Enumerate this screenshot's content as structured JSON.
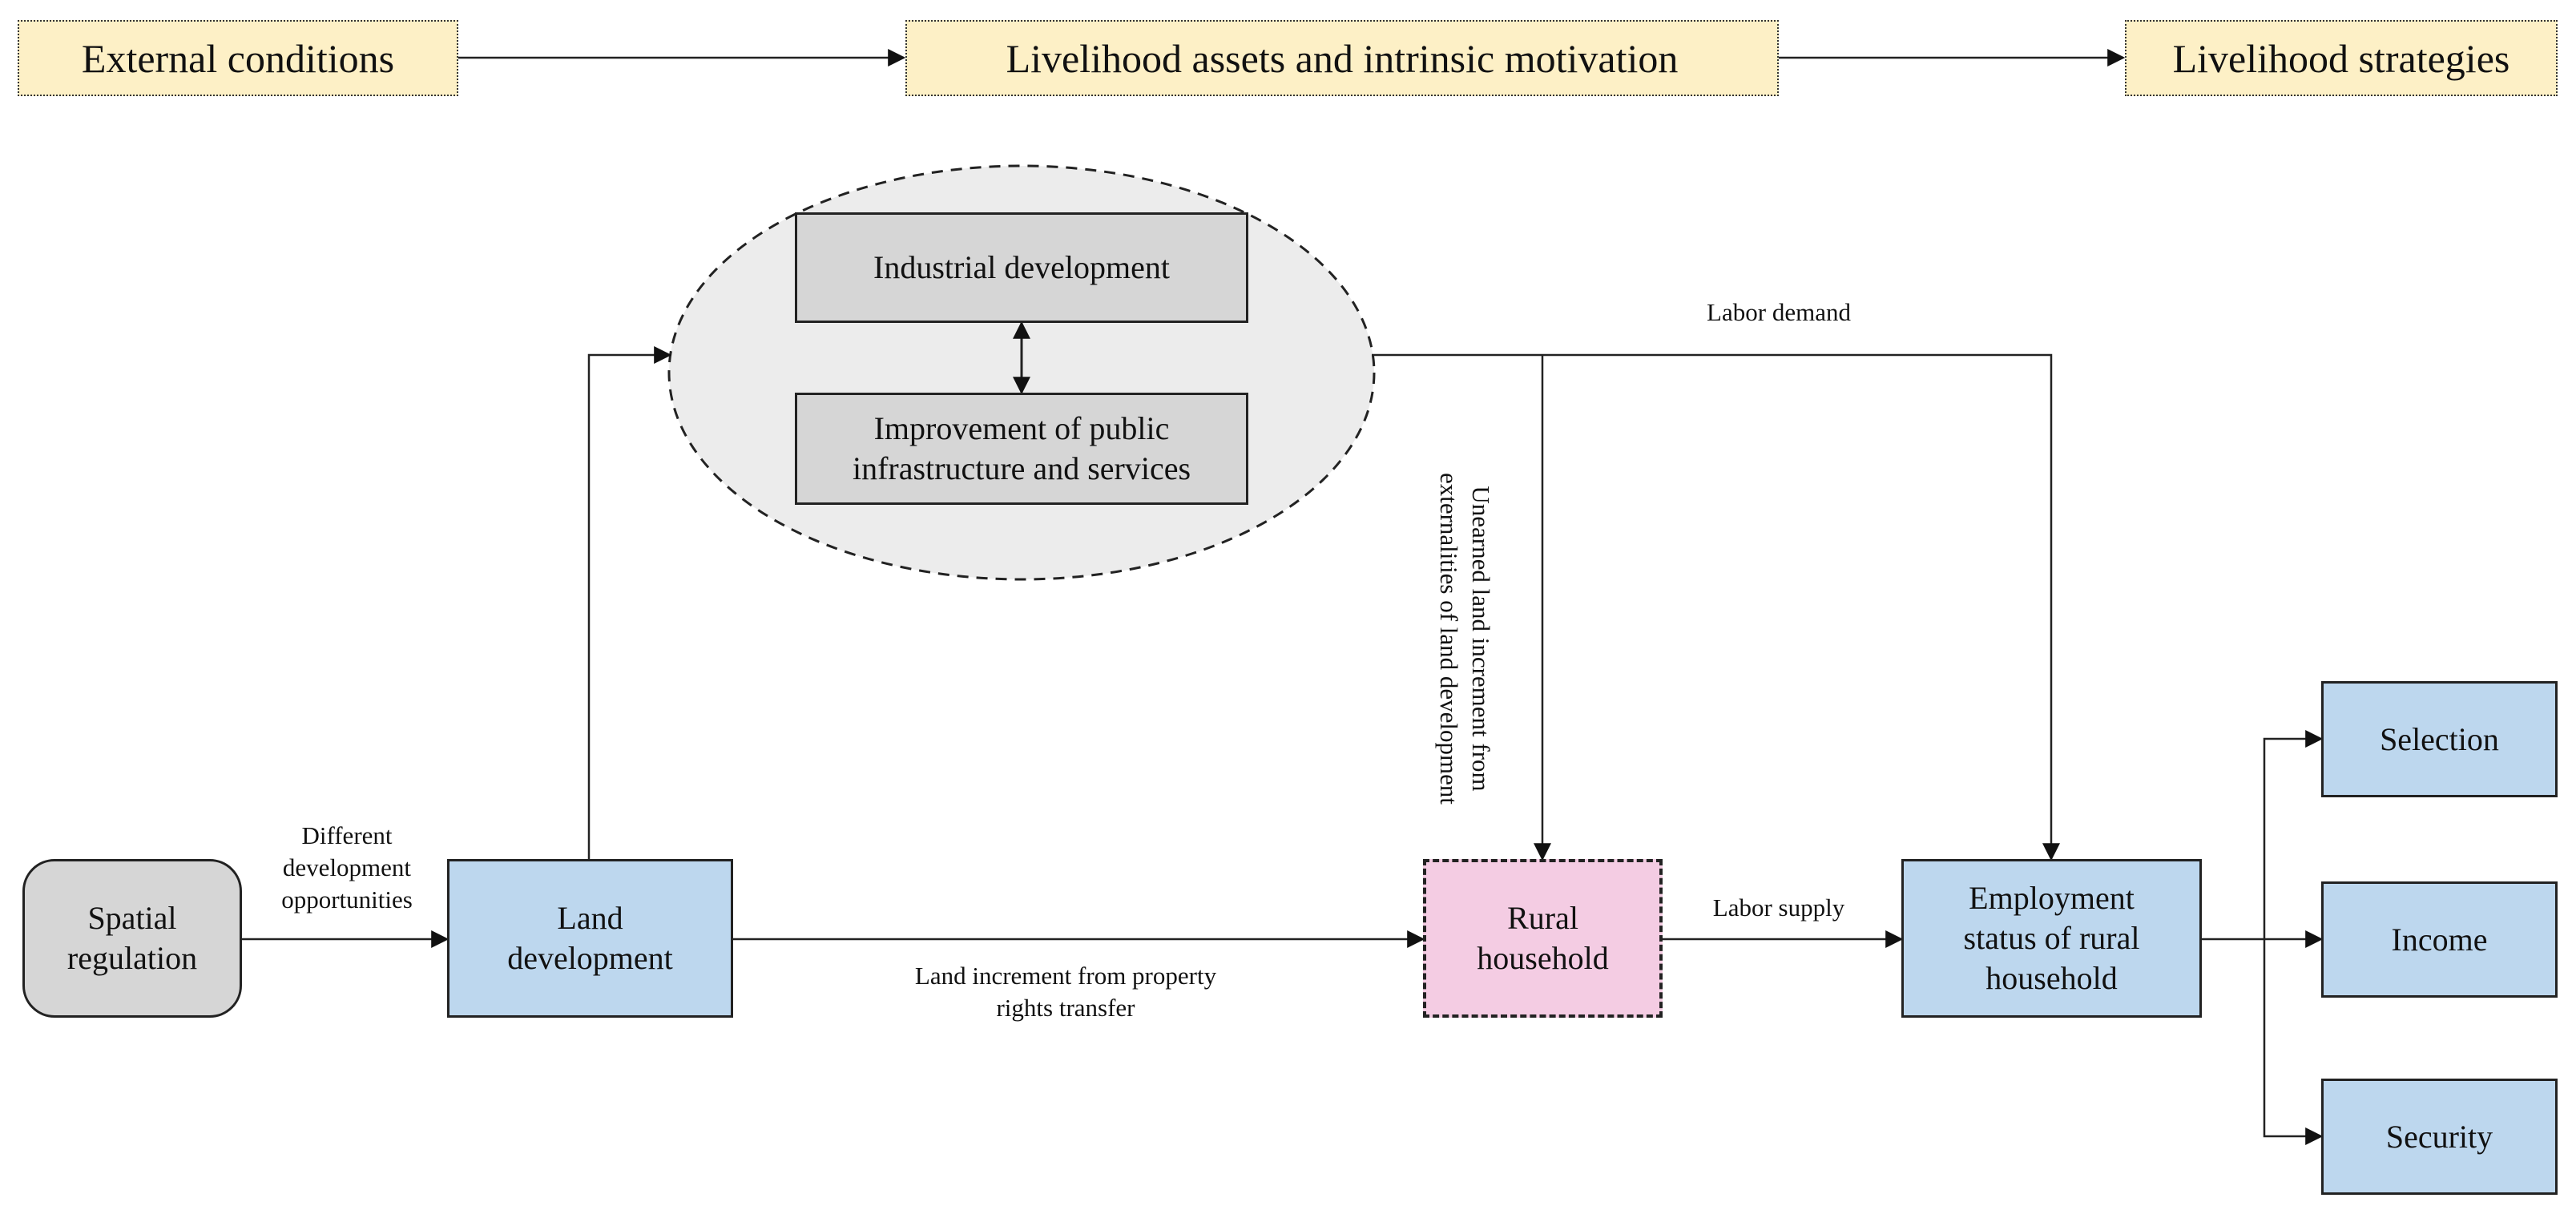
{
  "stages": {
    "external": "External conditions",
    "assets": "Livelihood assets and intrinsic motivation",
    "strategies": "Livelihood strategies"
  },
  "nodes": {
    "industrial": "Industrial development",
    "infrastructure": "Improvement of public\ninfrastructure and services",
    "spatial": "Spatial\nregulation",
    "land": "Land\ndevelopment",
    "rural": "Rural\nhousehold",
    "employment": "Employment\nstatus of rural\nhousehold",
    "selection": "Selection",
    "income": "Income",
    "security": "Security"
  },
  "edges": {
    "opportunities": "Different\ndevelopment\nopportunities",
    "labor_demand": "Labor demand",
    "unearned": "Unearned land increment from\nexternalities of land development",
    "property": "Land increment from property\nrights transfer",
    "labor_supply": "Labor supply"
  },
  "colors": {
    "stage_fill": "#fdf0c6",
    "gray_fill": "#d6d6d6",
    "blue_fill": "#bdd7ee",
    "pink_fill": "#f4cce3",
    "ellipse_fill": "#ececec"
  }
}
